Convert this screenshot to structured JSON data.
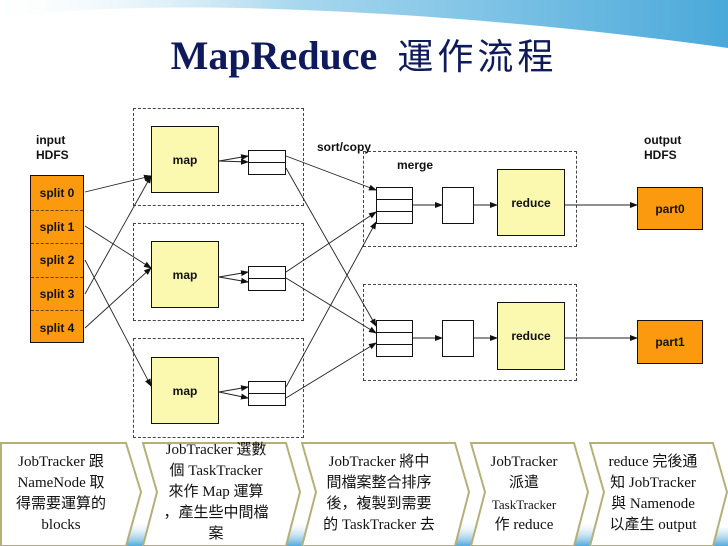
{
  "title": {
    "latin": "MapReduce",
    "cjk": "運作流程"
  },
  "colors": {
    "title": "#0f1a5c",
    "hdfs_block": "#fb9a0f",
    "task_box": "#fbf9b0",
    "swoosh": "#5ab4de",
    "step_border": "#b5b07a"
  },
  "diagram": {
    "input_label": [
      "input",
      "HDFS"
    ],
    "output_label": [
      "output",
      "HDFS"
    ],
    "sort_copy_label": "sort/copy",
    "merge_label": "merge",
    "splits": [
      "split 0",
      "split 1",
      "split 2",
      "split 3",
      "split 4"
    ],
    "maps": [
      "map",
      "map",
      "map"
    ],
    "reduces": [
      "reduce",
      "reduce"
    ],
    "parts": [
      "part0",
      "part1"
    ],
    "split_to_map": [
      {
        "split": 0,
        "map": 0
      },
      {
        "split": 1,
        "map": 1
      },
      {
        "split": 2,
        "map": 2
      },
      {
        "split": 3,
        "map": 0
      },
      {
        "split": 4,
        "map": 1
      }
    ],
    "map_to_reduce": [
      {
        "map": 0,
        "partition": 0,
        "reduce": 0
      },
      {
        "map": 0,
        "partition": 1,
        "reduce": 1
      },
      {
        "map": 1,
        "partition": 0,
        "reduce": 0
      },
      {
        "map": 1,
        "partition": 1,
        "reduce": 1
      },
      {
        "map": 2,
        "partition": 0,
        "reduce": 0
      },
      {
        "map": 2,
        "partition": 1,
        "reduce": 1
      }
    ]
  },
  "steps": [
    {
      "lines": [
        "JobTracker 跟",
        "NameNode 取",
        "得需要運算的",
        "blocks"
      ]
    },
    {
      "lines": [
        "JobTracker 選數",
        "個 TaskTracker",
        "來作 Map 運算",
        "，產生些中間檔",
        "案"
      ]
    },
    {
      "lines": [
        "JobTracker 將中",
        "間檔案整合排序",
        "後，複製到需要",
        "的 TaskTracker 去"
      ]
    },
    {
      "lines": [
        "JobTracker",
        "派遣",
        "TaskTracker",
        "作 reduce"
      ]
    },
    {
      "lines": [
        "reduce 完後通",
        "知 JobTracker",
        "與 Namenode",
        "以產生 output"
      ]
    }
  ]
}
